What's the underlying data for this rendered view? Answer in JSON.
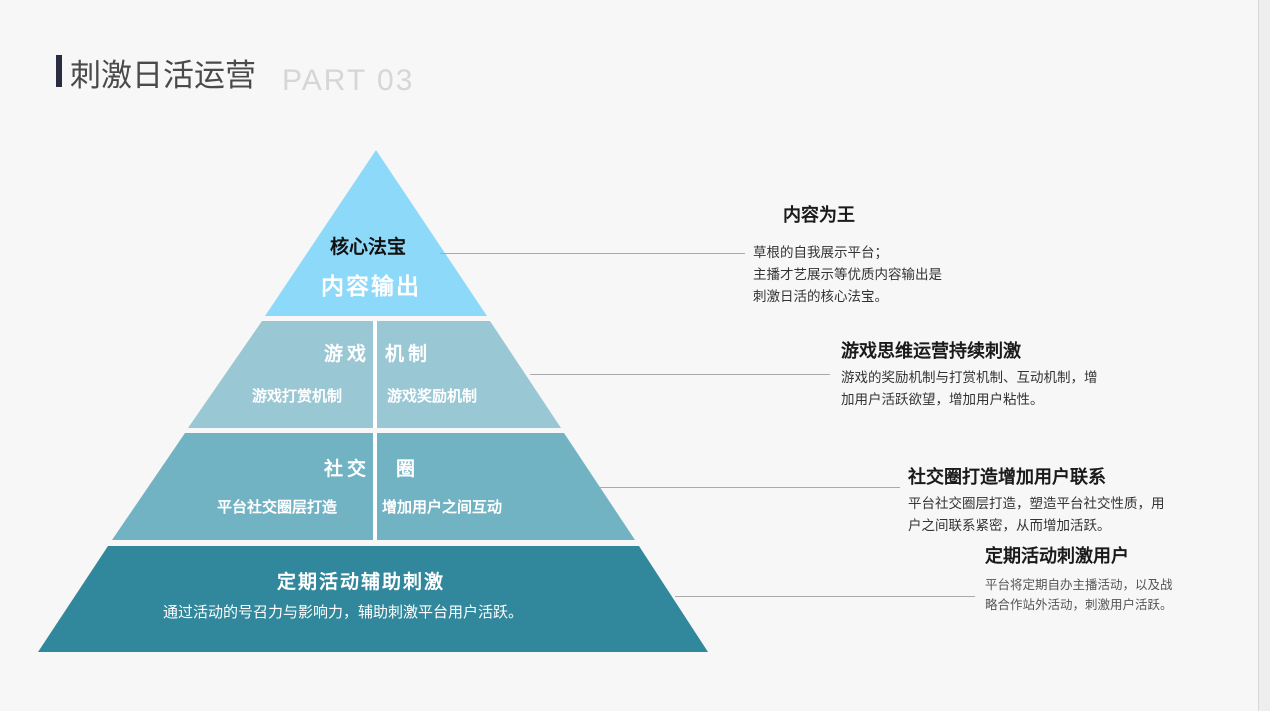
{
  "page": {
    "title": "刺激日活运营",
    "subtitle_ghost": "PART 03"
  },
  "colors": {
    "tier1": "#8dd9f9",
    "tier2": "#99c7d3",
    "tier3": "#72b3c3",
    "tier4": "#31879b"
  },
  "pyramid": {
    "tier1": {
      "title": "核心法宝",
      "subtitle": "内容输出"
    },
    "tier2": {
      "left_title": "游戏",
      "right_title": "机制",
      "left_sub": "游戏打赏机制",
      "right_sub": "游戏奖励机制"
    },
    "tier3": {
      "left_title": "社交",
      "right_title": "圈",
      "left_sub": "平台社交圈层打造",
      "right_sub": "增加用户之间互动"
    },
    "tier4": {
      "title": "定期活动辅助刺激",
      "subtitle": "通过活动的号召力与影响力，辅助刺激平台用户活跃。"
    }
  },
  "notes": [
    {
      "heading": "内容为王",
      "lines": [
        "草根的自我展示平台；",
        "主播才艺展示等优质内容输出是",
        "刺激日活的核心法宝。"
      ]
    },
    {
      "heading": "游戏思维运营持续刺激",
      "lines": [
        "游戏的奖励机制与打赏机制、互动机制，增",
        "加用户活跃欲望，增加用户粘性。"
      ]
    },
    {
      "heading": "社交圈打造增加用户联系",
      "lines": [
        "平台社交圈层打造，塑造平台社交性质，用",
        "户之间联系紧密，从而增加活跃。"
      ]
    },
    {
      "heading": "定期活动刺激用户",
      "lines": [
        "平台将定期自办主播活动，以及战",
        "略合作站外活动，刺激用户活跃。"
      ]
    }
  ]
}
